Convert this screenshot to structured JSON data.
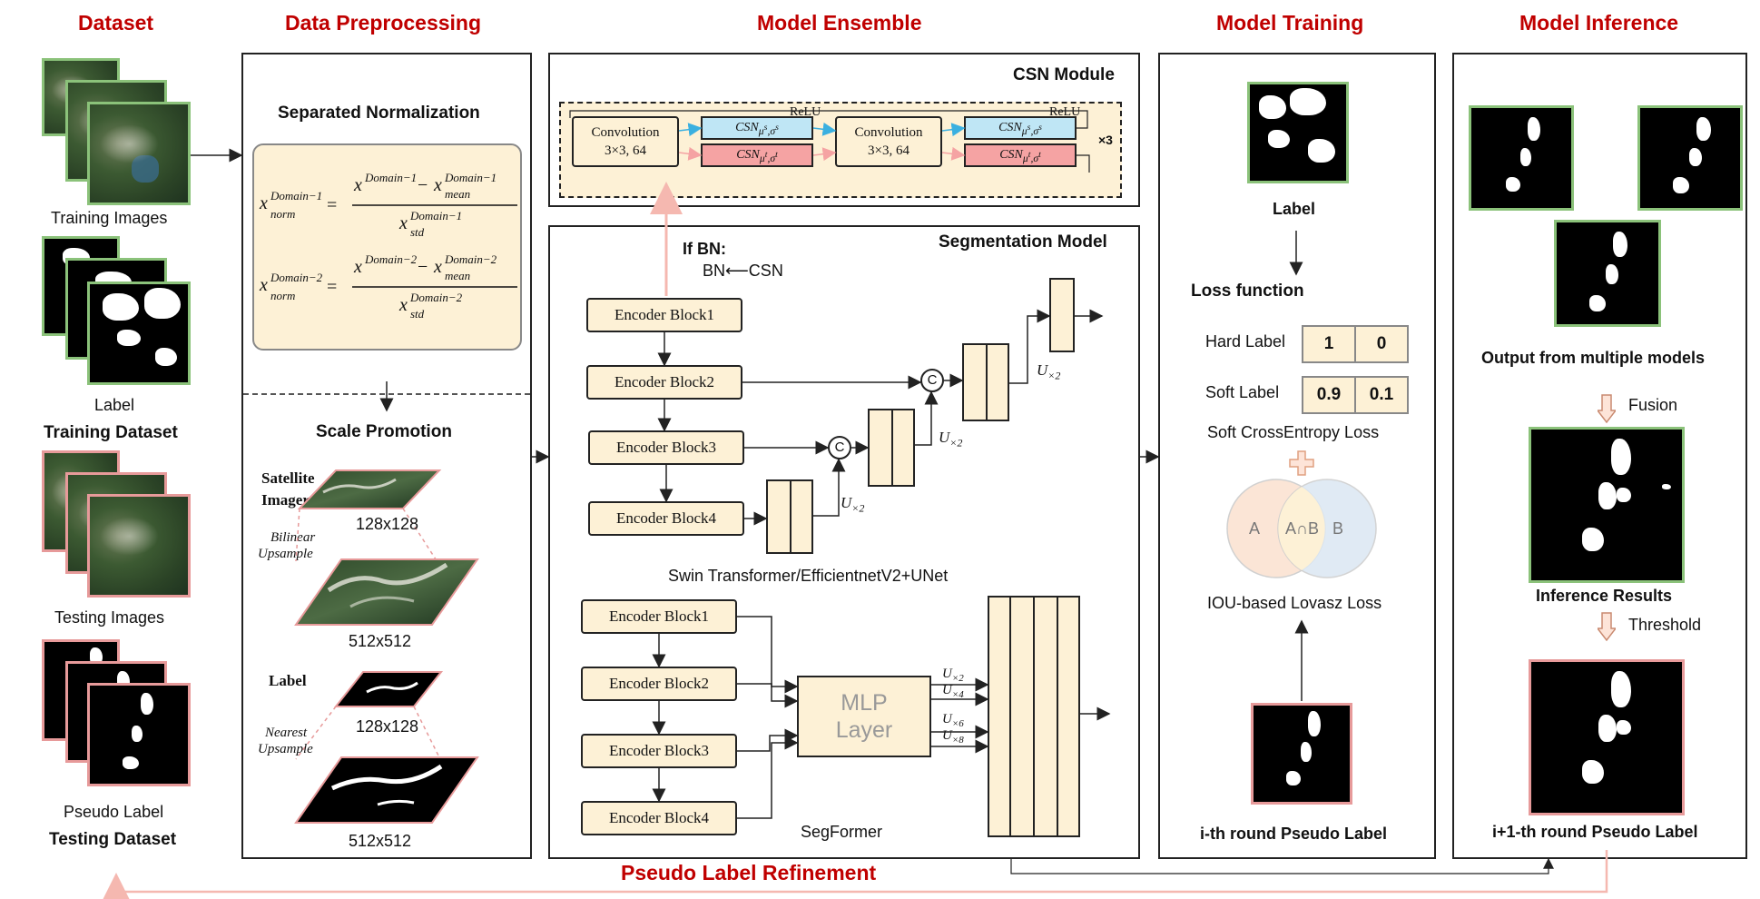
{
  "sections": {
    "dataset": "Dataset",
    "preprocessing": "Data Preprocessing",
    "ensemble": "Model Ensemble",
    "training": "Model Training",
    "inference": "Model Inference",
    "refinement": "Pseudo Label Refinement"
  },
  "dataset": {
    "training_images": "Training Images",
    "label": "Label",
    "training_dataset": "Training Dataset",
    "testing_images": "Testing Images",
    "pseudo_label": "Pseudo Label",
    "testing_dataset": "Testing Dataset"
  },
  "preprocessing": {
    "sep_norm_title": "Separated Normalization",
    "formula1_lhs": "x",
    "scale_title": "Scale Promotion",
    "satellite": "Satellite",
    "imagery": "Imagery",
    "bilinear": "Bilinear",
    "upsample": "Upsample",
    "size_small_1": "128x128",
    "size_large_1": "512x512",
    "label": "Label",
    "nearest": "Nearest",
    "upsample2": "Upsample",
    "size_small_2": "128x128",
    "size_large_2": "512x512"
  },
  "csn": {
    "title": "CSN Module",
    "conv": "Convolution",
    "conv_spec": "3×3, 64",
    "relu": "ReLU",
    "times3": "×3"
  },
  "seg": {
    "title": "Segmentation Model",
    "if_bn": "If BN:",
    "bn_csn": "BN⟵CSN",
    "enc1": "Encoder Block1",
    "enc2": "Encoder Block2",
    "enc3": "Encoder Block3",
    "enc4": "Encoder Block4",
    "concat": "C",
    "u": "U",
    "x2": "×2",
    "x4": "×4",
    "x6": "×6",
    "x8": "×8",
    "model1_name": "Swin Transformer/EfficientnetV2+UNet",
    "mlp": "MLP",
    "layer": "Layer",
    "model2_name": "SegFormer"
  },
  "training": {
    "label": "Label",
    "loss_title": "Loss function",
    "hard_label": "Hard Label",
    "hard_values": [
      "1",
      "0"
    ],
    "soft_label": "Soft Label",
    "soft_values": [
      "0.9",
      "0.1"
    ],
    "soft_ce": "Soft CrossEntropy Loss",
    "venn_a": "A",
    "venn_ab": "A∩B",
    "venn_b": "B",
    "iou_loss": "IOU-based Lovasz Loss",
    "ith_pseudo": "i-th round Pseudo Label"
  },
  "inference": {
    "multi_output": "Output from multiple models",
    "fusion": "Fusion",
    "results": "Inference Results",
    "threshold": "Threshold",
    "next_pseudo": "i+1-th round Pseudo Label"
  },
  "colors": {
    "title_red": "#c00000",
    "cream": "#fdf1d6",
    "csn_blue": "#bfe6f5",
    "csn_red": "#f5a3a3",
    "green_border": "#8bc27a",
    "pink_border": "#e79a9a",
    "arrow_pink": "#f5b8b0"
  }
}
